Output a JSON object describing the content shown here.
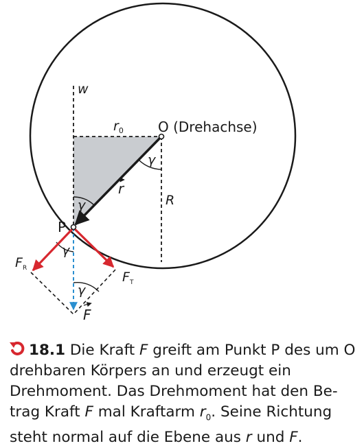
{
  "figure": {
    "labels": {
      "axis_w": "w",
      "lever_arm": "r",
      "lever_arm_sub": "0",
      "pivot": "O (Drehachse)",
      "angle_top": "γ",
      "angle_bottom": "γ",
      "angle_force": "γ",
      "angle_lower": "γ",
      "radius_vector": "r",
      "radius": "R",
      "point": "P",
      "force_radial": "F",
      "force_radial_sub": "R",
      "force_tangential": "F",
      "force_tangential_sub": "T",
      "force": "F"
    },
    "colors": {
      "force_component": "#d7282f",
      "force_vector": "#2a8fd0",
      "triangle_fill": "#c9ccd0",
      "line": "#1a1a1a"
    }
  },
  "caption": {
    "icon": "rotate-arrow-icon",
    "number": "18.1",
    "t1": " Die Kraft ",
    "F1": "F",
    "t2": " greift am Punkt P des um O drehbaren Körpers an und erzeugt ein Drehmoment. Das Drehmoment hat den Be­trag Kraft ",
    "F2": "F",
    "t3": " mal Kraftarm ",
    "r1": "r",
    "r1_sub": "0",
    "t4": ". Seine Richtung steht normal auf die Ebene aus ",
    "r2": "r",
    "t5": " und ",
    "F3": "F",
    "t6": "."
  }
}
